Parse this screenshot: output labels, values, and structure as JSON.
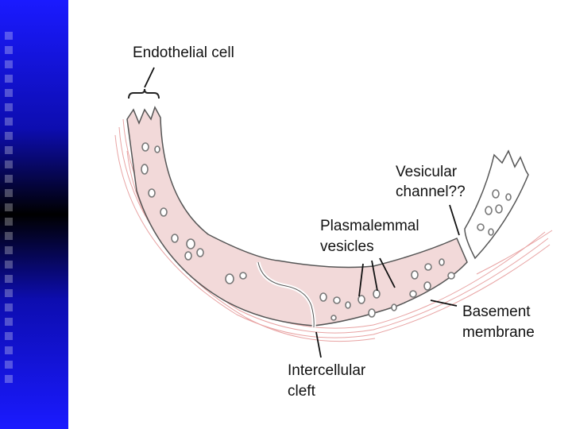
{
  "labels": {
    "endothelial_cell": "Endothelial cell",
    "vesicular_channel_line1": "Vesicular",
    "vesicular_channel_line2": "channel??",
    "plasmalemmal_line1": "Plasmalemmal",
    "plasmalemmal_line2": "vesicles",
    "basement_line1": "Basement",
    "basement_line2": "membrane",
    "intercellular_line1": "Intercellular",
    "intercellular_line2": "cleft"
  },
  "colors": {
    "sidebar_accent": "#1a1aff",
    "cell_fill": "#f2d9d9",
    "cell_stroke": "#555555",
    "membrane_stroke": "#e8a3a3"
  }
}
